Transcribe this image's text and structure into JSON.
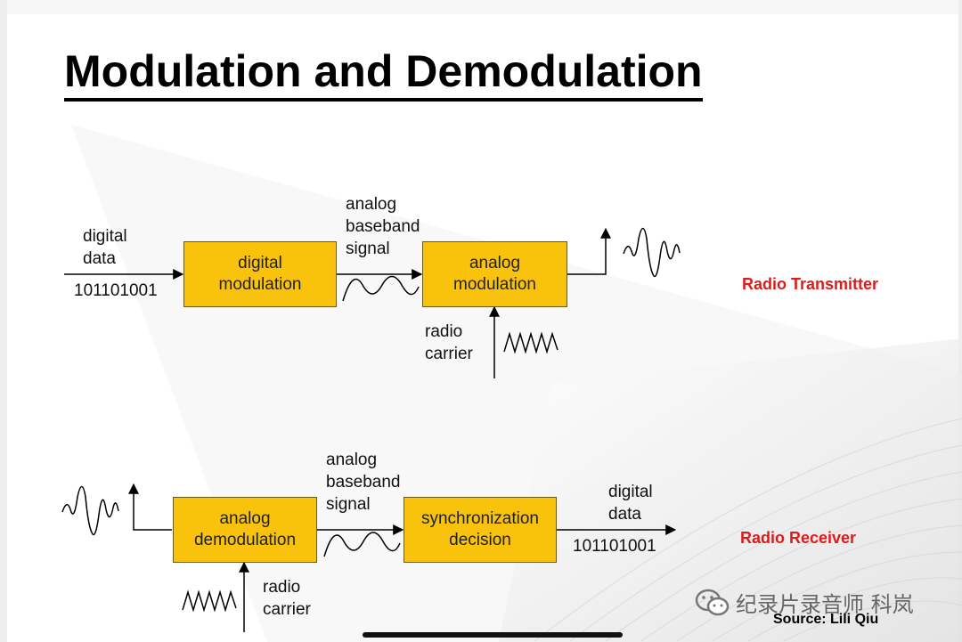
{
  "slide": {
    "title": "Modulation and Demodulation",
    "source": "Source: Lili Qiu",
    "watermark": "纪录片录音师 科岚"
  },
  "transmitter": {
    "label": "Radio Transmitter",
    "input_line1": "digital",
    "input_line2": "data",
    "input_bits": "101101001",
    "block1_line1": "digital",
    "block1_line2": "modulation",
    "signal_line1": "analog",
    "signal_line2": "baseband",
    "signal_line3": "signal",
    "block2_line1": "analog",
    "block2_line2": "modulation",
    "carrier_line1": "radio",
    "carrier_line2": "carrier"
  },
  "receiver": {
    "label": "Radio Receiver",
    "block1_line1": "analog",
    "block1_line2": "demodulation",
    "signal_line1": "analog",
    "signal_line2": "baseband",
    "signal_line3": "signal",
    "block2_line1": "synchronization",
    "block2_line2": "decision",
    "output_line1": "digital",
    "output_line2": "data",
    "output_bits": "101101001",
    "carrier_line1": "radio",
    "carrier_line2": "carrier"
  },
  "colors": {
    "block_fill": "#f9c20c",
    "label_red": "#e01b1b"
  },
  "icons": [
    "wechat-icon"
  ]
}
